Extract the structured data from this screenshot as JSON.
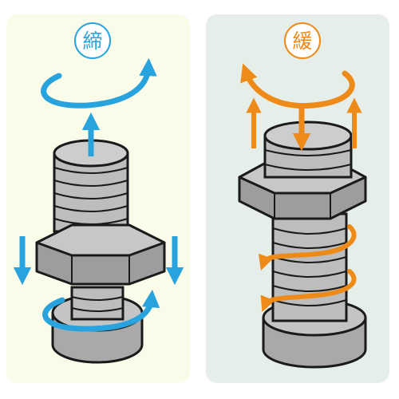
{
  "panels": [
    {
      "label": "締",
      "meaning": "tighten",
      "color": "#29a3de",
      "background": "#fbfbe9"
    },
    {
      "label": "緩",
      "meaning": "loosen",
      "color": "#ee8a17",
      "background": "#e6eee9"
    }
  ],
  "colors": {
    "metal": "#bcbcbc",
    "metal_dark": "#8e8e8e",
    "outline": "#1a1a1a"
  }
}
